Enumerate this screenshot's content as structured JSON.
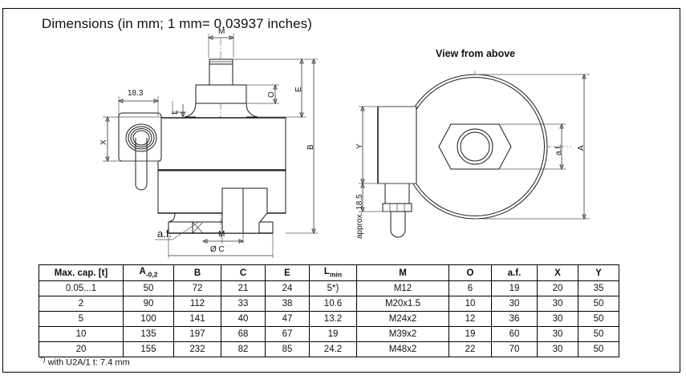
{
  "title": "Dimensions (in mm; 1 mm= 0.03937 inches)",
  "view_above_label": "View from above",
  "side_view": {
    "labels": {
      "m_top": "M",
      "width_18_3": "18.3",
      "l": "L",
      "x": "X",
      "o": "O",
      "e": "E",
      "b": "B",
      "af": "a.f.",
      "m_bottom": "M",
      "dia_c": "Ø C"
    }
  },
  "top_view": {
    "labels": {
      "y": "Y",
      "approx": "approx. 18.5",
      "af": "a.f.",
      "a": "A"
    }
  },
  "table": {
    "headers": [
      {
        "key": "cap",
        "label": "Max. cap.  [t]"
      },
      {
        "key": "a",
        "label": "A",
        "sub": "-0,2"
      },
      {
        "key": "b",
        "label": "B"
      },
      {
        "key": "c",
        "label": "C"
      },
      {
        "key": "e",
        "label": "E"
      },
      {
        "key": "lmin",
        "label": "L",
        "sub": "min"
      },
      {
        "key": "m",
        "label": "M"
      },
      {
        "key": "o",
        "label": "O"
      },
      {
        "key": "af",
        "label": "a.f."
      },
      {
        "key": "x",
        "label": "X"
      },
      {
        "key": "y",
        "label": "Y"
      }
    ],
    "rows": [
      {
        "cap": "0.05...1",
        "a": "50",
        "b": "72",
        "c": "21",
        "e": "24",
        "lmin": "5*)",
        "m": "M12",
        "o": "6",
        "af": "19",
        "x": "20",
        "y": "35"
      },
      {
        "cap": "2",
        "a": "90",
        "b": "112",
        "c": "33",
        "e": "38",
        "lmin": "10.6",
        "m": "M20x1.5",
        "o": "10",
        "af": "30",
        "x": "30",
        "y": "50"
      },
      {
        "cap": "5",
        "a": "100",
        "b": "141",
        "c": "40",
        "e": "47",
        "lmin": "13.2",
        "m": "M24x2",
        "o": "12",
        "af": "36",
        "x": "30",
        "y": "50"
      },
      {
        "cap": "10",
        "a": "135",
        "b": "197",
        "c": "68",
        "e": "67",
        "lmin": "19",
        "m": "M39x2",
        "o": "19",
        "af": "60",
        "x": "30",
        "y": "50"
      },
      {
        "cap": "20",
        "a": "155",
        "b": "232",
        "c": "82",
        "e": "85",
        "lmin": "24.2",
        "m": "M48x2",
        "o": "22",
        "af": "70",
        "x": "30",
        "y": "50"
      }
    ]
  },
  "footnote": {
    "marker": "*)",
    "text": "with U2A/1 t: 7.4 mm"
  },
  "colors": {
    "line": "#1a1a1a",
    "background": "#ffffff",
    "text": "#111111"
  }
}
